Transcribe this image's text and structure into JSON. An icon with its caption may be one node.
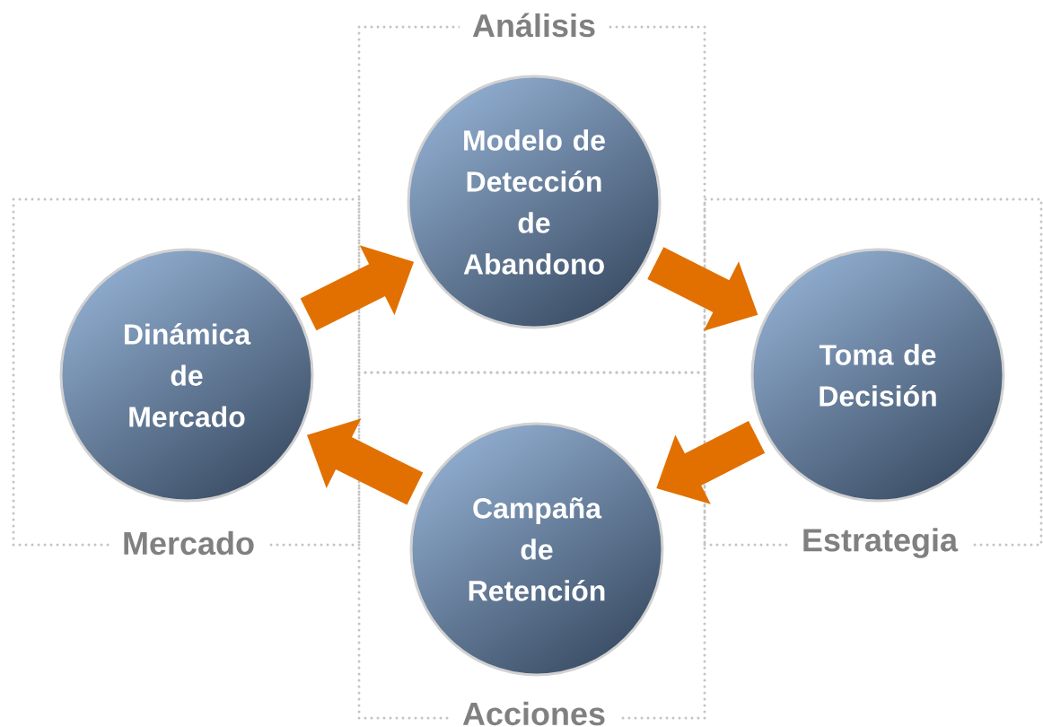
{
  "diagram": {
    "nodes": [
      {
        "text": [
          "Análisis"
        ]
      },
      {
        "text": [
          "Mercado"
        ]
      },
      {
        "text": [
          "Estrategia"
        ]
      },
      {
        "text": [
          "Acciones"
        ]
      },
      {
        "text": [
          "Modelo de Detección de Abandono"
        ],
        "in": 0
      },
      {
        "text": [
          "Dinámica de Mercado"
        ],
        "in": 1
      },
      {
        "text": [
          "Toma de Decisión"
        ],
        "in": 2
      },
      {
        "text": [
          "Campaña de Retención"
        ],
        "in": 3
      }
    ],
    "edges": [
      {
        "from": 5,
        "to": 4,
        "arrow": "to"
      },
      {
        "from": 4,
        "to": 6,
        "arrow": "to"
      },
      {
        "from": 6,
        "to": 7,
        "arrow": "to"
      },
      {
        "from": 7,
        "to": 5,
        "arrow": "to"
      }
    ]
  }
}
